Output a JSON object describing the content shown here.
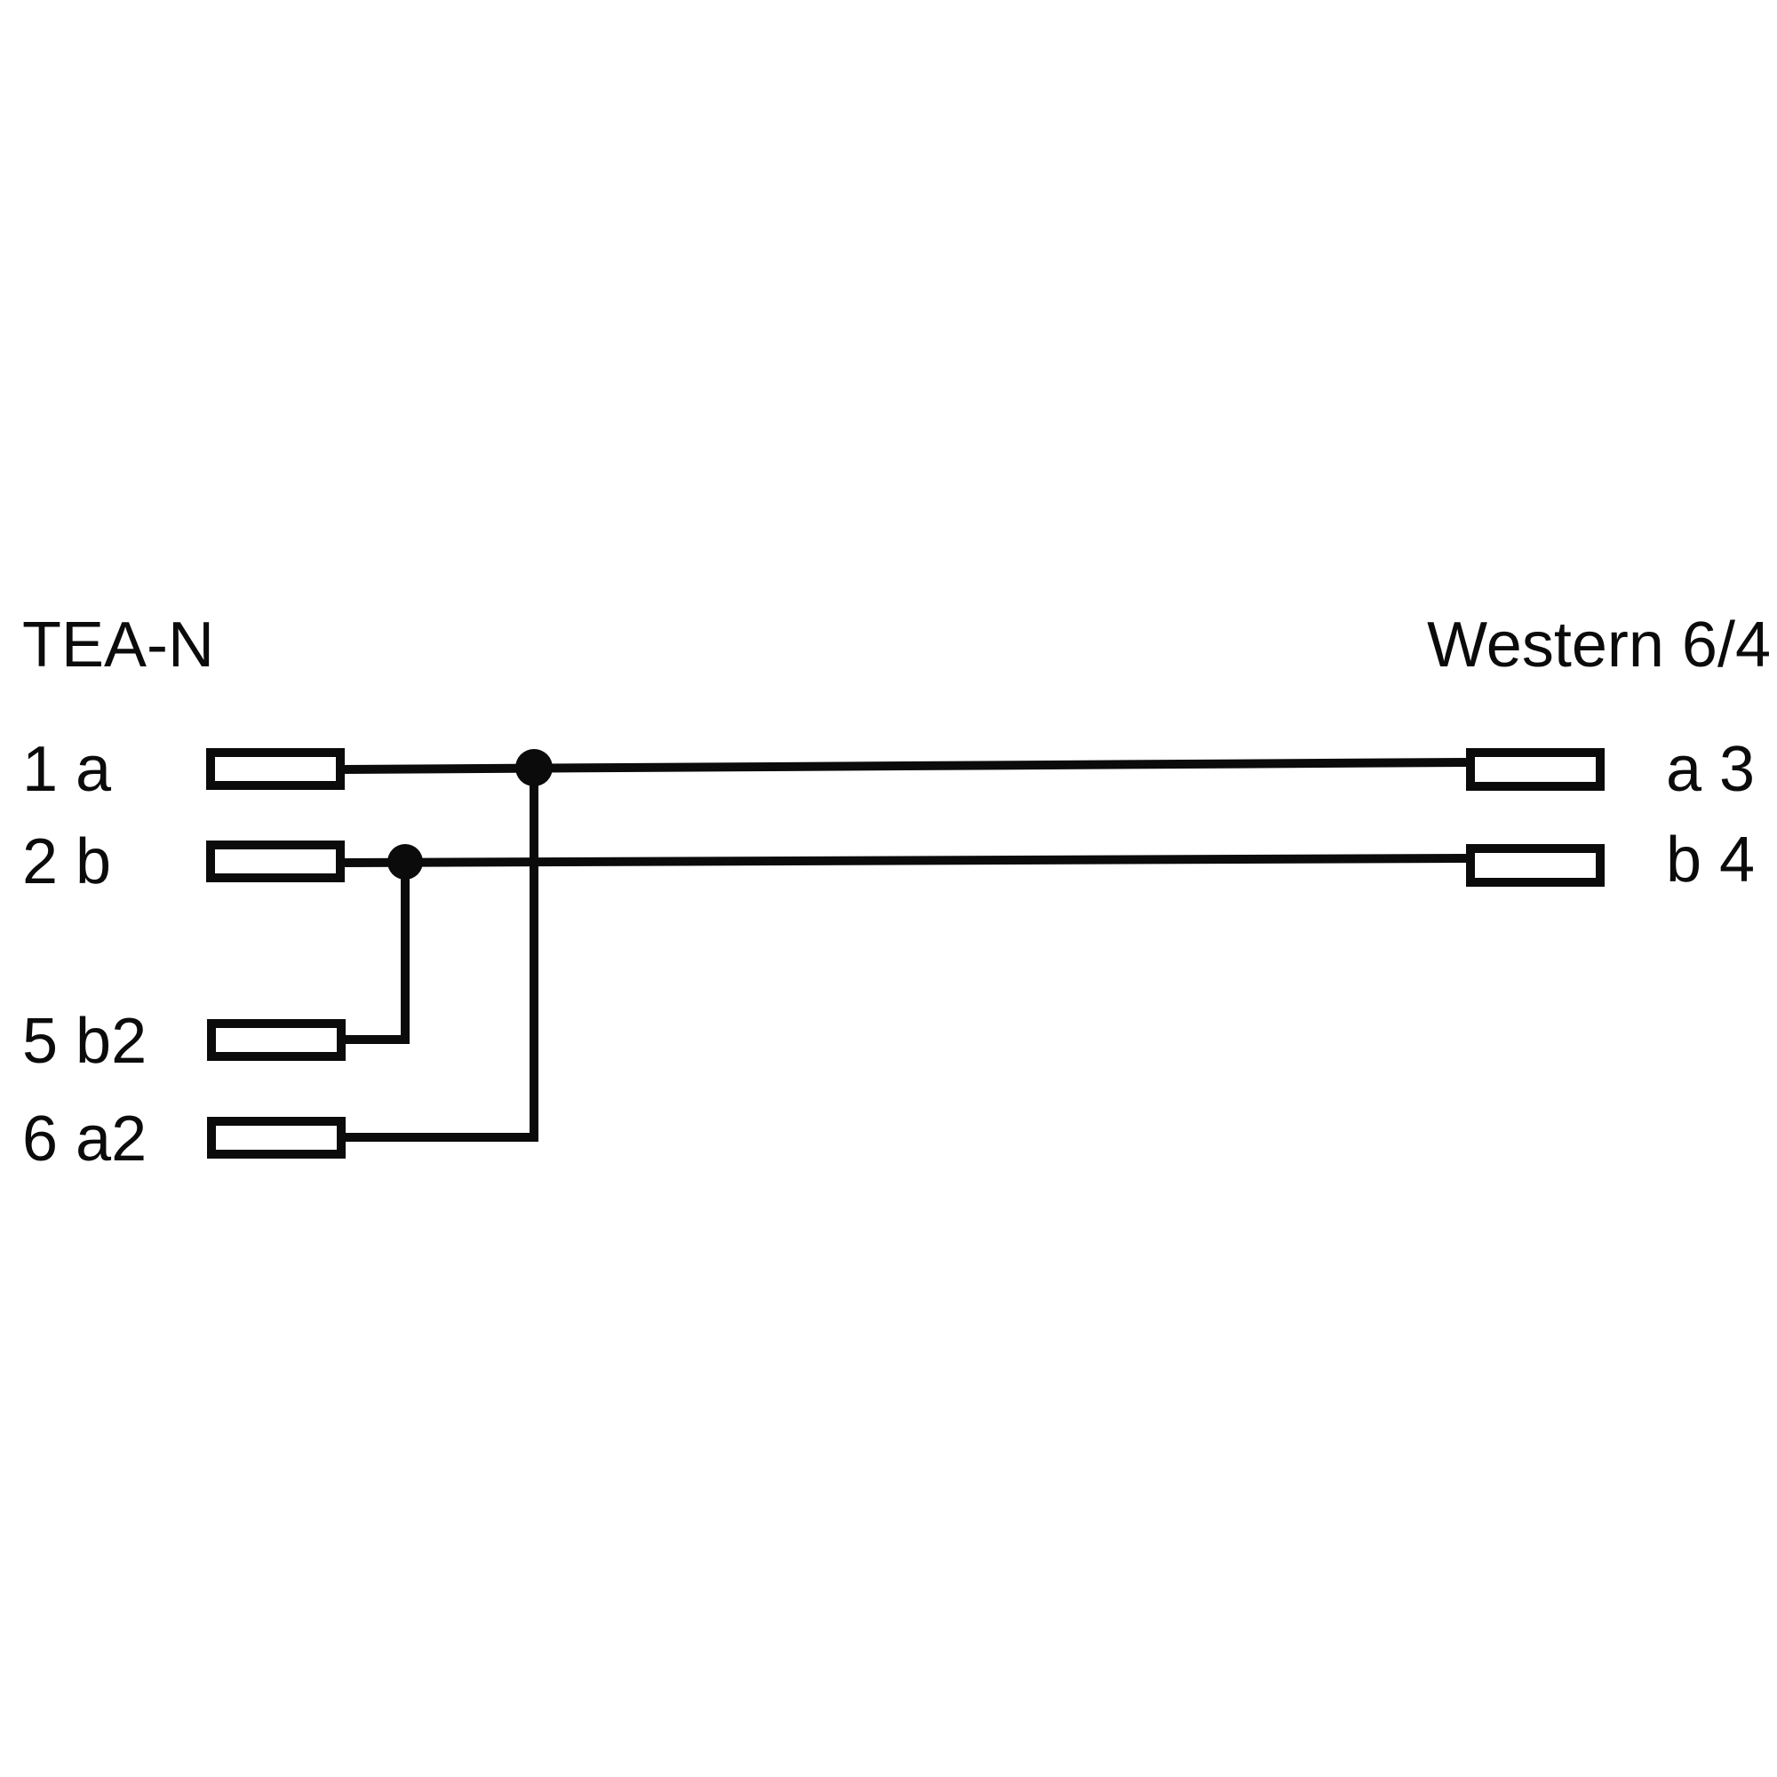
{
  "diagram": {
    "title_left": "TEA-N",
    "title_right": "Western 6/4",
    "pins_left": [
      {
        "label": "1 a"
      },
      {
        "label": "2 b"
      },
      {
        "label": "5 b2"
      },
      {
        "label": "6 a2"
      }
    ],
    "pins_right": [
      {
        "label": "a 3"
      },
      {
        "label": "b 4"
      }
    ],
    "connections": [
      {
        "from": "1 a",
        "to": "a 3"
      },
      {
        "from": "2 b",
        "to": "b 4"
      },
      {
        "from": "5 b2",
        "joins": "2 b"
      },
      {
        "from": "6 a2",
        "joins": "1 a"
      }
    ],
    "colors": {
      "ink": "#0b0b0b",
      "background": "#ffffff"
    }
  }
}
